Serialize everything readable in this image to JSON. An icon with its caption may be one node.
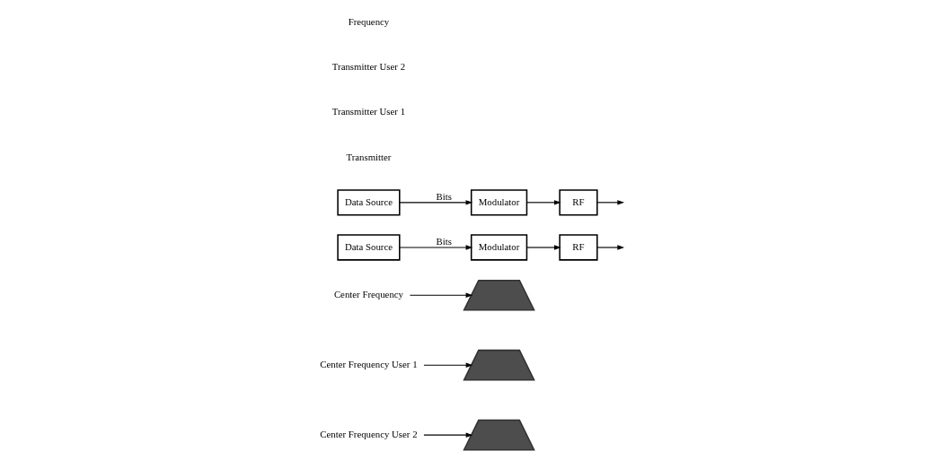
{
  "diagram": {
    "nodes": [
      {
        "text": [
          "Center Frequency"
        ]
      },
      {
        "text": [],
        "shape": "trapezoid"
      },
      {
        "text": [
          "Data Source"
        ]
      },
      {
        "text": [
          "Modulator"
        ]
      },
      {
        "text": [
          "RF"
        ]
      },
      {
        "text": [
          "Center Frequency User 2"
        ]
      },
      {
        "text": [
          "Center Frequency User 1"
        ]
      },
      {
        "text": [],
        "shape": "trapezoid"
      },
      {
        "text": [],
        "shape": "trapezoid"
      },
      {
        "text": [
          "Data Source"
        ]
      },
      {
        "text": [
          "Modulator"
        ]
      },
      {
        "text": [
          "RF"
        ]
      }
    ],
    "edges": [
      {
        "from": 0,
        "to": 1,
        "arrow": "to"
      },
      {
        "from": 2,
        "to": 3,
        "arrow": "to",
        "label": "Bits"
      },
      {
        "from": 3,
        "to": 4,
        "arrow": "to"
      },
      {
        "from": 4,
        "to": null,
        "arrow": "to"
      },
      {
        "from": 5,
        "to": 8,
        "arrow": "to"
      },
      {
        "from": 6,
        "to": 7,
        "arrow": "to"
      },
      {
        "from": 9,
        "to": 10,
        "arrow": "to",
        "label": "Bits"
      },
      {
        "from": 10,
        "to": 11,
        "arrow": "to"
      },
      {
        "from": 11,
        "to": null,
        "arrow": "to"
      }
    ],
    "labels": [
      "Transmitter",
      "Transmitter User 1",
      "Transmitter User 2",
      "Frequency"
    ]
  }
}
